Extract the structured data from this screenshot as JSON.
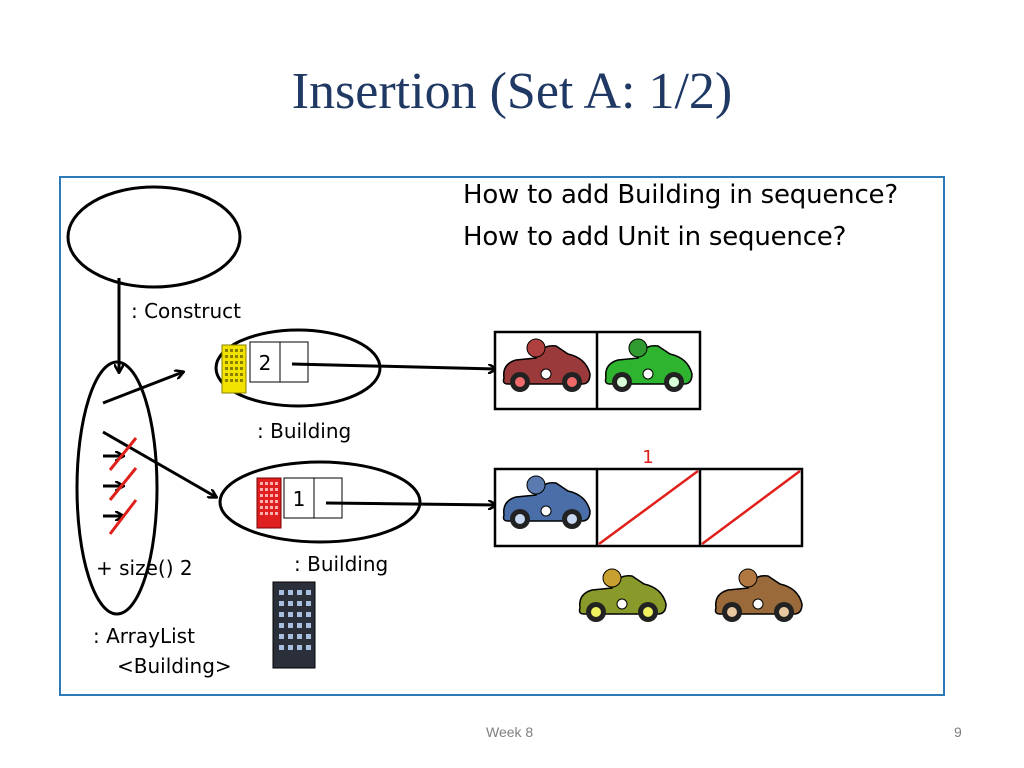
{
  "slide": {
    "title": "Insertion (Set A: 1/2)",
    "questions": [
      "How to add Building in sequence?",
      "How to add Unit in sequence?"
    ],
    "labels": {
      "construct": ": Construct",
      "building_top": ": Building",
      "building_bottom": ": Building",
      "size": "+ size() 2",
      "arraylist_line1": ": ArrayList",
      "arraylist_line2": "<Building>"
    },
    "building_top_slot": "2",
    "building_bottom_slot": "1",
    "unit_index_marker": "1",
    "footer": {
      "center": "Week 8",
      "page": "9"
    }
  },
  "colors": {
    "title": "#1f3864",
    "frame": "#2e7ab8",
    "strike": "#e0201b",
    "building_yellow": "#f2e200",
    "building_red": "#e02020",
    "building_dark": "#2b2f3a",
    "car_red": "#9b3a3a",
    "car_green": "#2fb42f",
    "car_blue": "#4a6ea8",
    "car_olive": "#8a9a2a",
    "car_brown": "#9a6a3a"
  }
}
